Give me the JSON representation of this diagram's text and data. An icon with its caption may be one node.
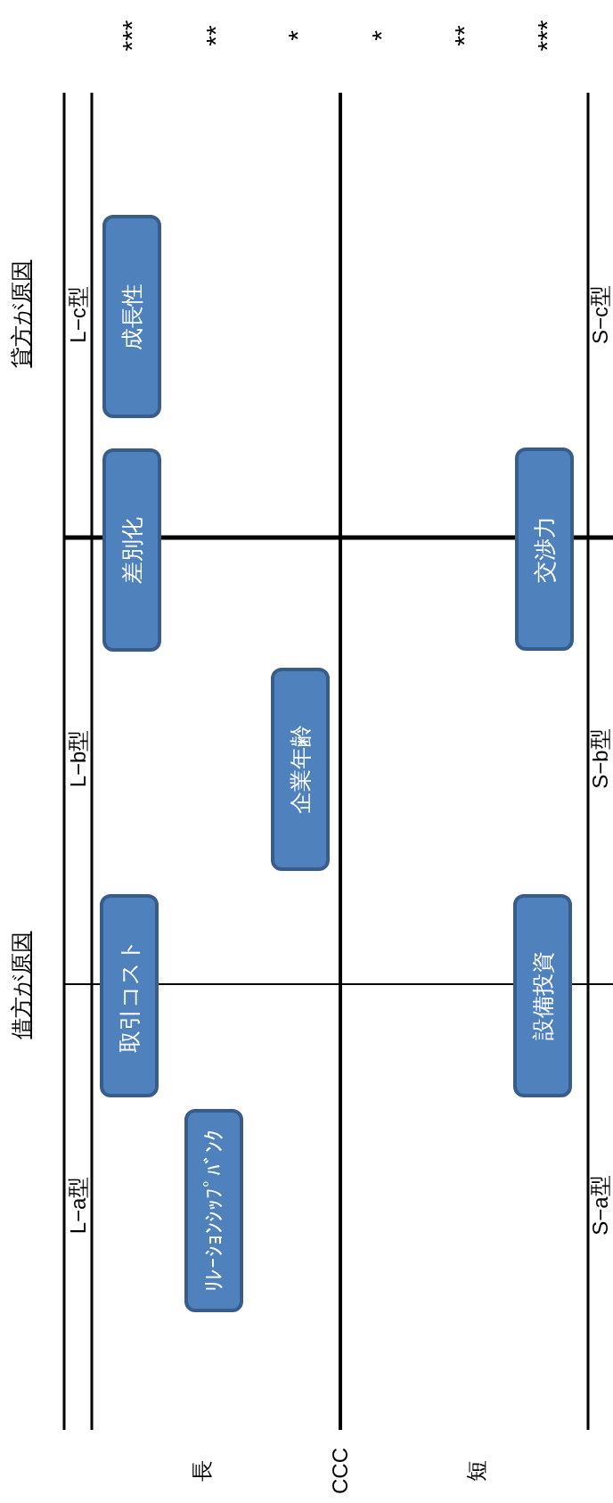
{
  "diagram": {
    "nodes": [
      {
        "text": [
          "成長性"
        ]
      },
      {
        "text": [
          "差別化"
        ]
      },
      {
        "text": [
          "交渉力"
        ]
      },
      {
        "text": [
          "企業年齢"
        ]
      },
      {
        "text": [
          "取引コスト"
        ]
      },
      {
        "text": [
          "設備投資"
        ]
      },
      {
        "text": [
          "ﾘﾚｰｼｮﾝｼｯﾌﾟﾊﾞﾝｸ"
        ]
      }
    ],
    "edges": [],
    "labels": [
      "***",
      "**",
      "*",
      "*",
      "**",
      "***",
      "貸方が原因",
      "L−c型",
      "S−c型",
      "L−b型",
      "S−b型",
      "借方が原因",
      "L−a型",
      "S−a型",
      "長",
      "CCC",
      "短"
    ]
  }
}
